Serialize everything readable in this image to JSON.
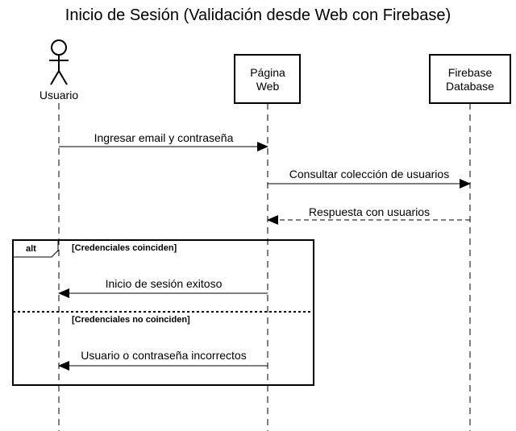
{
  "diagram": {
    "title": "Inicio de Sesión (Validación desde Web con Firebase)",
    "participants": [
      {
        "id": "user",
        "kind": "actor",
        "label": "Usuario"
      },
      {
        "id": "web",
        "kind": "box",
        "label_lines": [
          "Página",
          "Web"
        ]
      },
      {
        "id": "firebase",
        "kind": "box",
        "label_lines": [
          "Firebase",
          "Database"
        ]
      }
    ],
    "messages": [
      {
        "from": "user",
        "to": "web",
        "style": "solid",
        "label": "Ingresar email y contraseña"
      },
      {
        "from": "web",
        "to": "firebase",
        "style": "solid",
        "label": "Consultar colección de usuarios"
      },
      {
        "from": "firebase",
        "to": "web",
        "style": "dashed",
        "label": "Respuesta con usuarios"
      },
      {
        "from": "web",
        "to": "user",
        "style": "solid",
        "label": "Inicio de sesión exitoso"
      },
      {
        "from": "web",
        "to": "user",
        "style": "solid",
        "label": "Usuario o contraseña incorrectos"
      }
    ],
    "alt_frame": {
      "operator": "alt",
      "guard_1": "[Credenciales coinciden]",
      "guard_2": "[Credenciales no coinciden]"
    }
  }
}
